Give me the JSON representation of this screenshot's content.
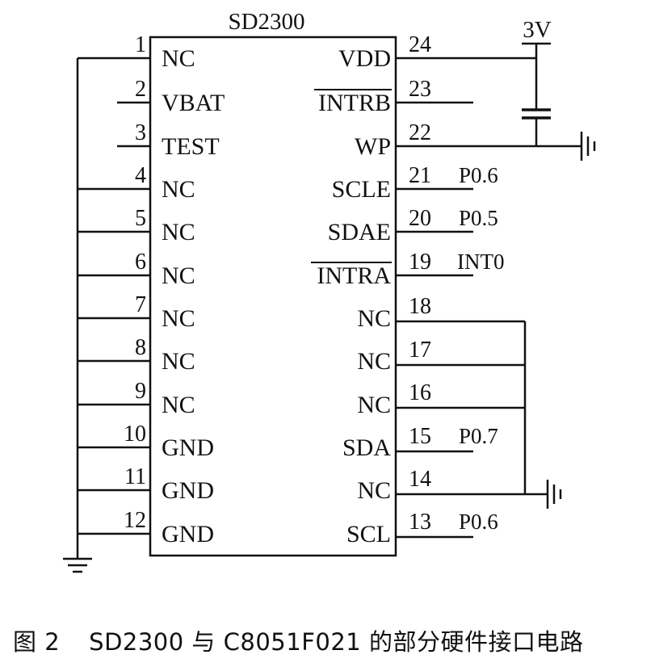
{
  "chip": {
    "name": "SD2300",
    "left_pins": [
      {
        "num": "1",
        "name": "NC"
      },
      {
        "num": "2",
        "name": "VBAT"
      },
      {
        "num": "3",
        "name": "TEST"
      },
      {
        "num": "4",
        "name": "NC"
      },
      {
        "num": "5",
        "name": "NC"
      },
      {
        "num": "6",
        "name": "NC"
      },
      {
        "num": "7",
        "name": "NC"
      },
      {
        "num": "8",
        "name": "NC"
      },
      {
        "num": "9",
        "name": "NC"
      },
      {
        "num": "10",
        "name": "GND"
      },
      {
        "num": "11",
        "name": "GND"
      },
      {
        "num": "12",
        "name": "GND"
      }
    ],
    "right_pins": [
      {
        "num": "24",
        "name": "VDD",
        "net": "",
        "overbar": false
      },
      {
        "num": "23",
        "name": "INTRB",
        "net": "",
        "overbar": true
      },
      {
        "num": "22",
        "name": "WP",
        "net": "",
        "overbar": false
      },
      {
        "num": "21",
        "name": "SCLE",
        "net": "P0.6",
        "overbar": false
      },
      {
        "num": "20",
        "name": "SDAE",
        "net": "P0.5",
        "overbar": false
      },
      {
        "num": "19",
        "name": "INTRA",
        "net": "INT0",
        "overbar": true
      },
      {
        "num": "18",
        "name": "NC",
        "net": "",
        "overbar": false
      },
      {
        "num": "17",
        "name": "NC",
        "net": "",
        "overbar": false
      },
      {
        "num": "16",
        "name": "NC",
        "net": "",
        "overbar": false
      },
      {
        "num": "15",
        "name": "SDA",
        "net": "P0.7",
        "overbar": false
      },
      {
        "num": "14",
        "name": "NC",
        "net": "",
        "overbar": false
      },
      {
        "num": "13",
        "name": "SCL",
        "net": "P0.6",
        "overbar": false
      }
    ]
  },
  "supply": {
    "label": "3V"
  },
  "caption": {
    "figure": "图 2",
    "text": "SD2300 与 C8051F021 的部分硬件接口电路"
  }
}
